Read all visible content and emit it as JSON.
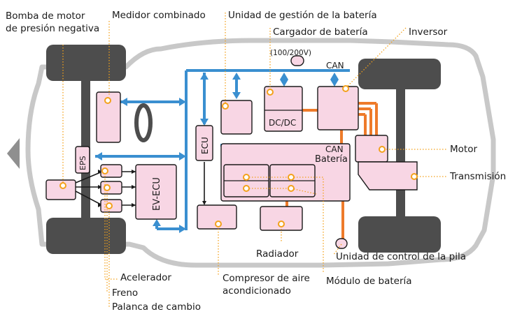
{
  "labels": {
    "pump": "Bomba de motor\nde presión negativa",
    "meter": "Medidor combinado",
    "bms": "Unidad de gestión de la batería",
    "charger": "Cargador de batería",
    "voltage": "(100/200V)",
    "inverter": "Inversor",
    "motor": "Motor",
    "transmission": "Transmisión",
    "stack": "Unidad de control de la pila",
    "battery_module": "Módulo de batería",
    "compressor": "Compresor de aire\nacondicionado",
    "radiator": "Radiador",
    "accelerator": "Acelerador",
    "brake": "Freno",
    "shift": "Palanca de cambio"
  },
  "blocks": {
    "can": "CAN",
    "can2": "CAN",
    "dcdc": "DC/DC",
    "battery": "Batería",
    "ecu": "ECU",
    "eps": "EPS",
    "evecu": "EV-ECU"
  },
  "colors": {
    "wire_blue": "#3a8fd0",
    "power_orange": "#ee7b2a",
    "box_fill": "#f8d6e4",
    "marker": "#f3a11a",
    "wheel": "#4d4d4d",
    "body_outline": "#c8c8c8"
  }
}
